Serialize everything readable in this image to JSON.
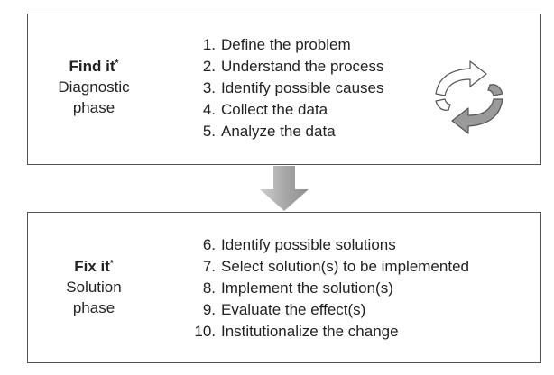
{
  "find_phase": {
    "name": "Find it",
    "footnote_mark": "*",
    "label_line1": "Diagnostic",
    "label_line2": "phase",
    "steps": [
      {
        "num": "1.",
        "text": "Define the problem"
      },
      {
        "num": "2.",
        "text": "Understand the process"
      },
      {
        "num": "3.",
        "text": "Identify possible causes"
      },
      {
        "num": "4.",
        "text": "Collect the data"
      },
      {
        "num": "5.",
        "text": "Analyze the data"
      }
    ],
    "icon": "cycle-arrows-icon"
  },
  "connector": {
    "icon": "down-arrow-icon",
    "color": "#a8a8a8"
  },
  "fix_phase": {
    "name": "Fix it",
    "footnote_mark": "*",
    "label_line1": "Solution",
    "label_line2": "phase",
    "steps": [
      {
        "num": "6.",
        "text": "Identify possible solutions"
      },
      {
        "num": "7.",
        "text": "Select solution(s) to be implemented"
      },
      {
        "num": "8.",
        "text": "Implement the solution(s)"
      },
      {
        "num": "9.",
        "text": "Evaluate the effect(s)"
      },
      {
        "num": "10.",
        "text": "Institutionalize the change"
      }
    ]
  },
  "colors": {
    "border": "#555555",
    "text": "#222222",
    "cycle_arrow_fill": "#9a9a9a",
    "cycle_arrow_stroke": "#555555"
  }
}
